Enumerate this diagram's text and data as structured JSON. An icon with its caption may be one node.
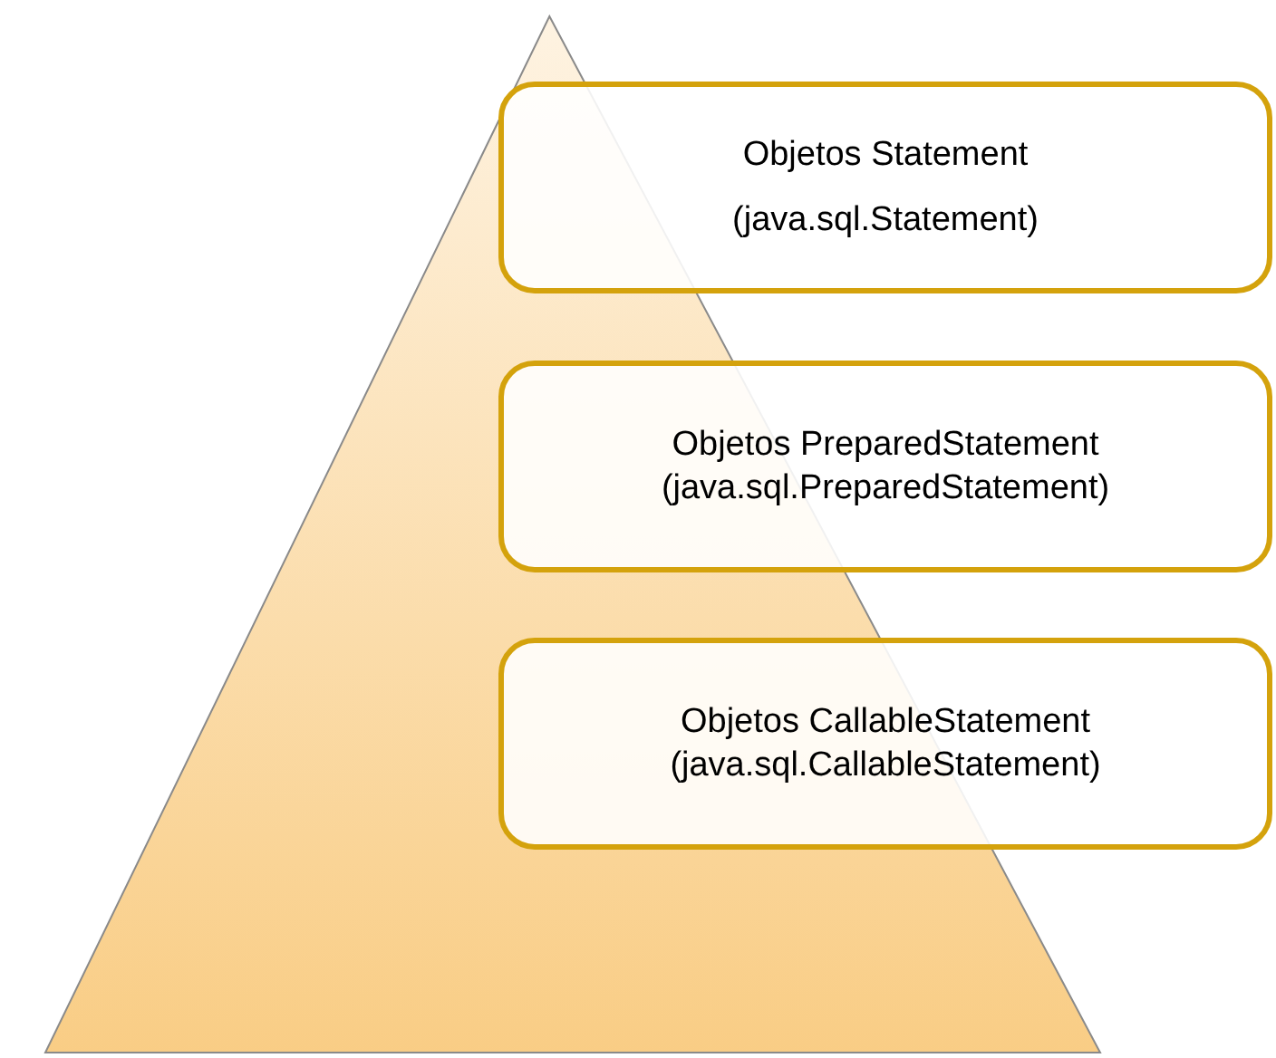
{
  "diagram": {
    "nodes": [
      {
        "text": [],
        "shape": "triangle"
      },
      {
        "text": [
          "Objetos Statement",
          "(java.sql.Statement)"
        ]
      },
      {
        "text": [
          "Objetos PreparedStatement",
          "(java.sql.PreparedStatement)"
        ]
      },
      {
        "text": [
          "Objetos CallableStatement",
          "(java.sql.CallableStatement)"
        ]
      }
    ]
  }
}
